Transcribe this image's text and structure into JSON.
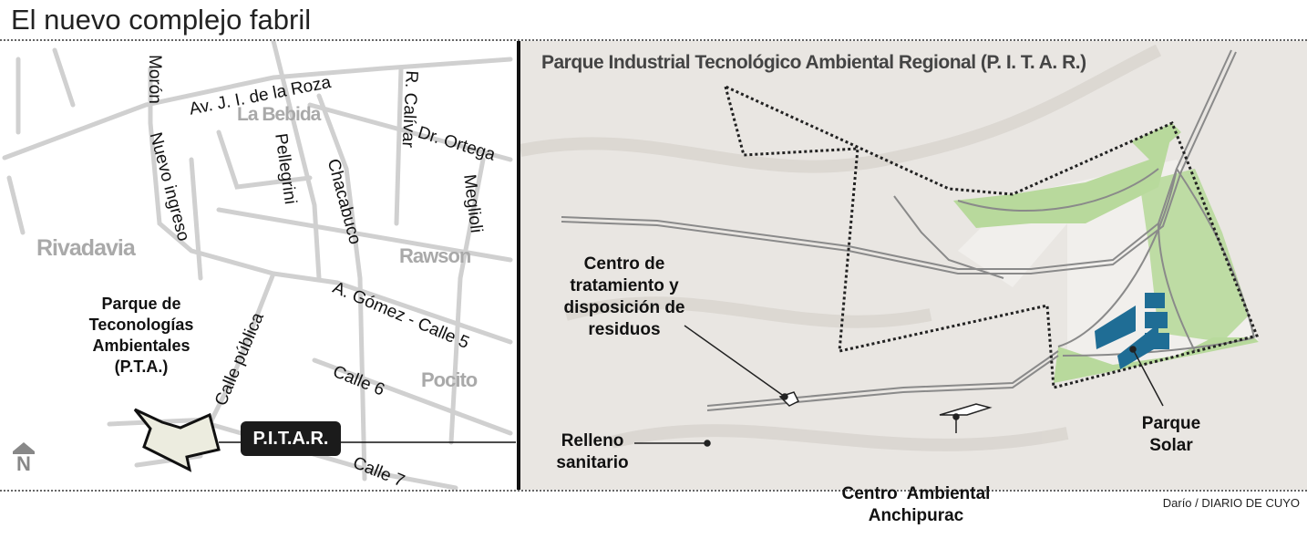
{
  "title": "El nuevo complejo fabril",
  "left_map": {
    "streets": {
      "moron": "Morón",
      "roza": "Av. J. I. de la Roza",
      "calivar": "R. Calívar",
      "ortega": "Dr. Ortega",
      "nuevo_ingreso": "Nuevo ingreso",
      "pellegrini": "Pellegrini",
      "chacabuco": "Chacabuco",
      "meglioli": "Meglioli",
      "gomez": "A. Gómez - Calle 5",
      "calle_publica": "Calle pública",
      "calle6": "Calle 6",
      "calle7": "Calle 7"
    },
    "departments": {
      "la_bebida": "La Bebida",
      "rivadavia": "Rivadavia",
      "rawson": "Rawson",
      "pocito": "Pocito"
    },
    "pta_label": [
      "Parque de",
      "Teconologías",
      "Ambientales",
      "(P.T.A.)"
    ],
    "pitar_badge": "P.I.T.A.R.",
    "north_icon": "N"
  },
  "right_map": {
    "title": "Parque Industrial Tecnológico Ambiental Regional (P. I. T. A. R.)",
    "labels": {
      "centro_tratamiento": [
        "Centro de",
        "tratamiento y",
        "disposición de",
        "residuos"
      ],
      "relleno": [
        "Relleno",
        "sanitario"
      ],
      "anchipurac": [
        "Centro  Ambiental",
        "Anchipurac"
      ],
      "solar": [
        "Parque",
        "Solar"
      ]
    },
    "colors": {
      "green": "#b8d99c",
      "solar": "#1f6d95",
      "ground": "#e9e6e2"
    }
  },
  "credit": "Darío / DIARIO DE CUYO"
}
